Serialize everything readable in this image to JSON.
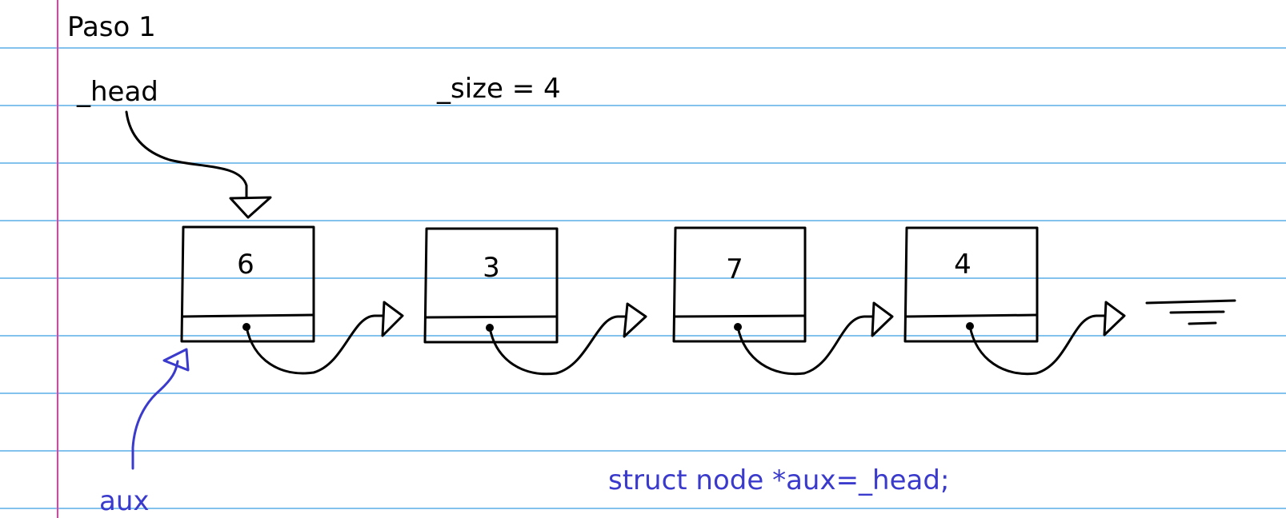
{
  "page": {
    "step_title": "Paso 1",
    "head_label": "_head",
    "size_label": "_size = 4",
    "aux_label": "aux",
    "code_line": "struct node *aux=_head;"
  },
  "nodes": [
    {
      "value": "6"
    },
    {
      "value": "3"
    },
    {
      "value": "7"
    },
    {
      "value": "4"
    }
  ],
  "colors": {
    "paper": "#ffffff",
    "ruled_line": "#5aaee6",
    "margin_line": "#e83aa9",
    "ink": "#000000",
    "blue_ink": "#3a3acc"
  }
}
